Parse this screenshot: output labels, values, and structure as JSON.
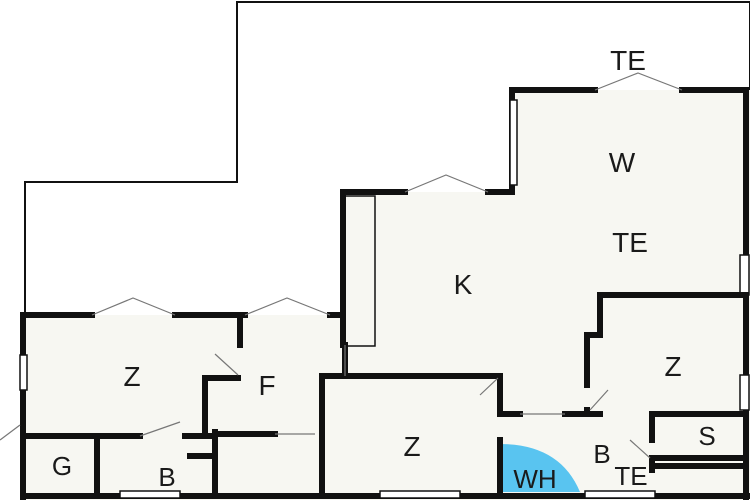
{
  "floorplan": {
    "colors": {
      "wall": "#111111",
      "outline": "#111111",
      "floor_fill": "#f7f7f2",
      "wh_highlight": "#59c4f0",
      "door_swing": "#888888"
    },
    "labels": {
      "te_top": "TE",
      "w": "W",
      "te_right": "TE",
      "k": "K",
      "z_left": "Z",
      "f": "F",
      "z_right": "Z",
      "z_bottom": "Z",
      "g": "G",
      "b_left": "B",
      "wh": "WH",
      "b_right": "B",
      "te_bottom": "TE",
      "s": "S"
    }
  }
}
